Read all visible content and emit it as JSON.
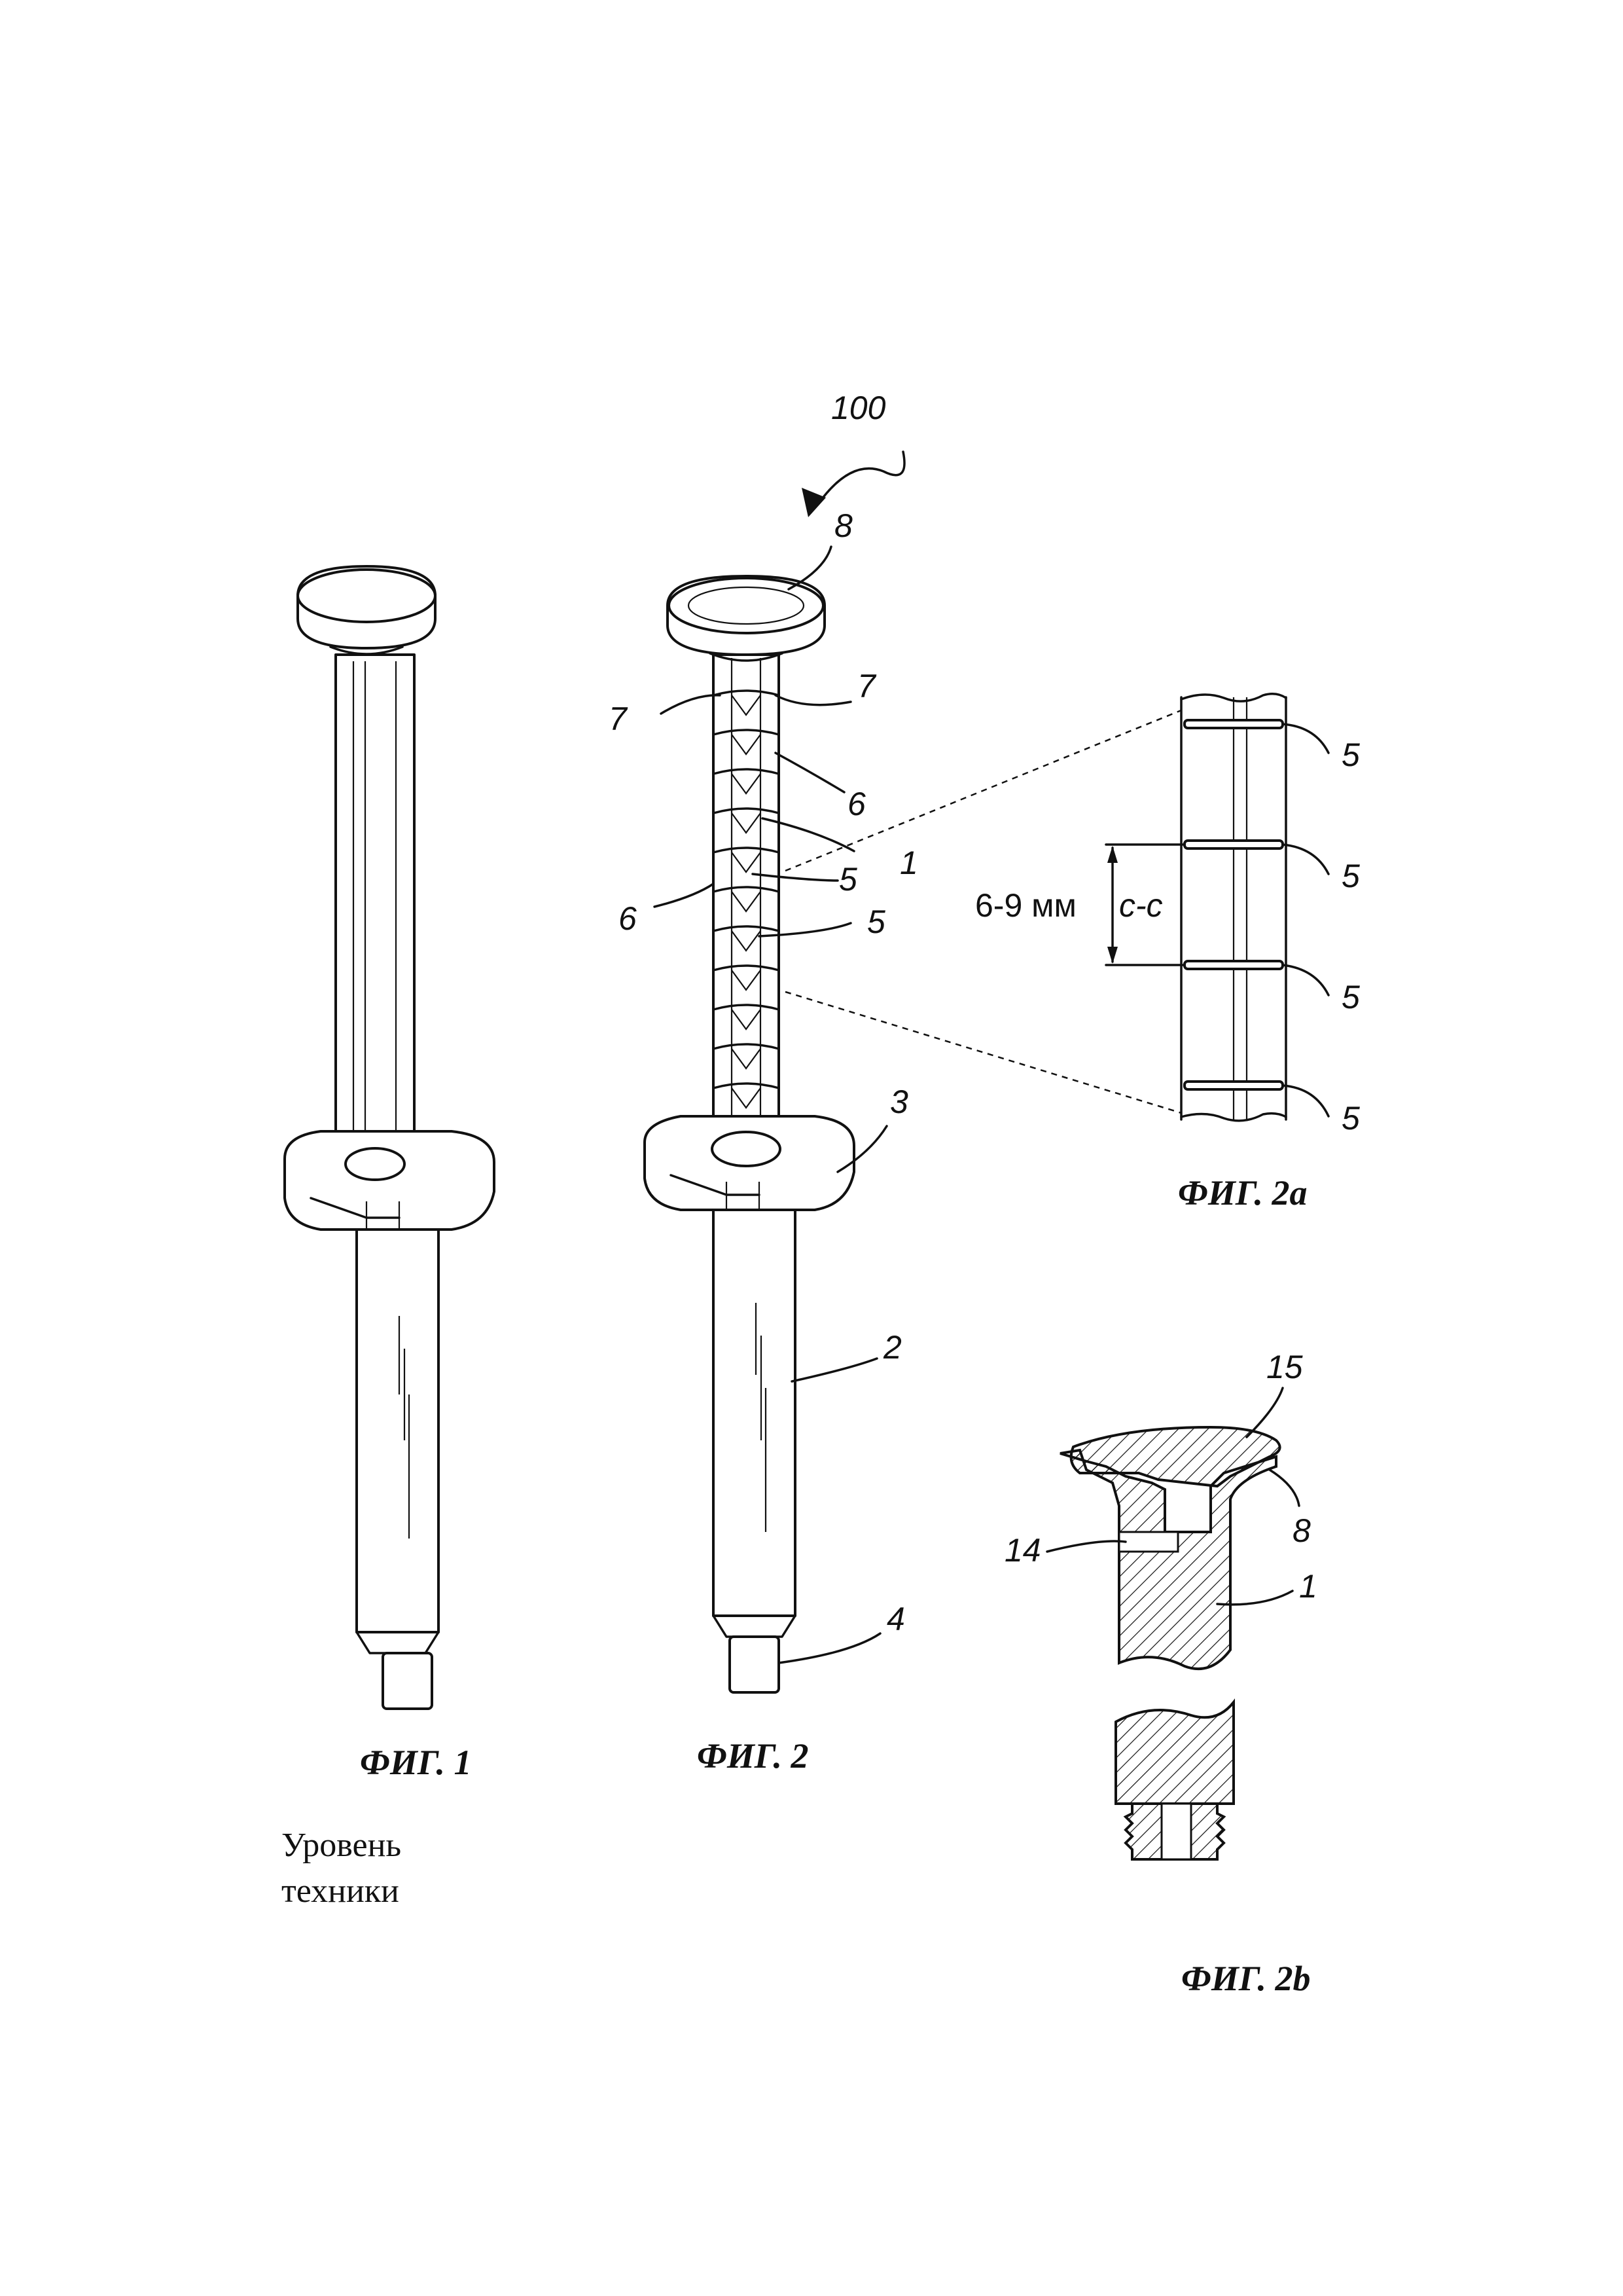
{
  "labels": {
    "ref_100": "100",
    "ref_8": "8",
    "ref_7_left": "7",
    "ref_7_right": "7",
    "ref_6_upper": "6",
    "ref_6_lower": "6",
    "ref_1": "1",
    "ref_5_a": "5",
    "ref_5_b": "5",
    "ref_3": "3",
    "ref_2": "2",
    "ref_4": "4",
    "detail_5_1": "5",
    "detail_5_2": "5",
    "detail_5_3": "5",
    "detail_5_4": "5",
    "ref_15": "15",
    "ref_8_b": "8",
    "ref_14": "14",
    "ref_1_b": "1"
  },
  "dimension": {
    "value": "6-9 мм",
    "spacing": "c-c"
  },
  "captions": {
    "fig1": "ФИГ. 1",
    "fig2": "ФИГ. 2",
    "fig2a": "ФИГ. 2a",
    "fig2b": "ФИГ. 2b",
    "prior_art_line1": "Уровень",
    "prior_art_line2": "техники"
  }
}
